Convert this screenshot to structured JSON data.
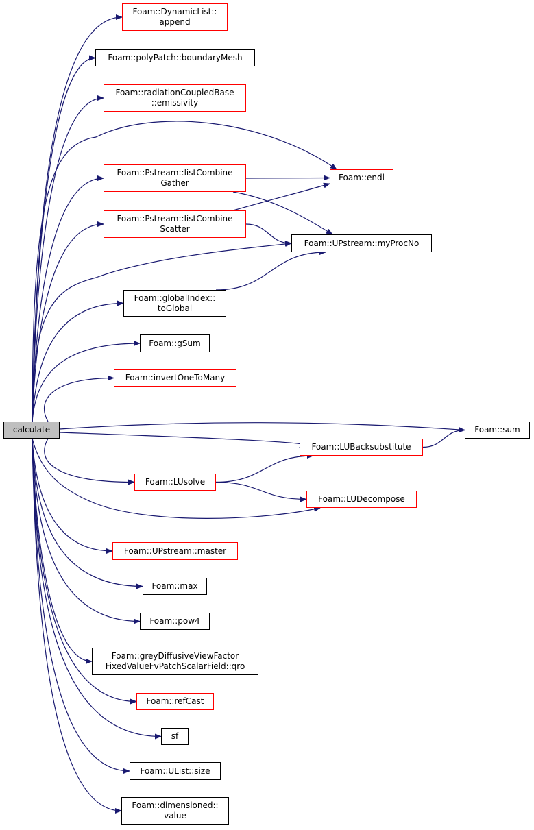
{
  "colors": {
    "edge": "#191970",
    "link_border": "#ff0000",
    "plain_border": "#000000",
    "root_fill": "#bfbfbf"
  },
  "nodes": [
    {
      "id": "calculate",
      "label": "calculate",
      "style": "root"
    },
    {
      "id": "append",
      "label": "Foam::DynamicList::\nappend",
      "style": "red"
    },
    {
      "id": "boundaryMesh",
      "label": "Foam::polyPatch::boundaryMesh",
      "style": "plain"
    },
    {
      "id": "emissivity",
      "label": "Foam::radiationCoupledBase\n::emissivity",
      "style": "red"
    },
    {
      "id": "gather",
      "label": "Foam::Pstream::listCombine\nGather",
      "style": "red"
    },
    {
      "id": "endl",
      "label": "Foam::endl",
      "style": "red"
    },
    {
      "id": "scatter",
      "label": "Foam::Pstream::listCombine\nScatter",
      "style": "red"
    },
    {
      "id": "myProcNo",
      "label": "Foam::UPstream::myProcNo",
      "style": "plain"
    },
    {
      "id": "toGlobal",
      "label": "Foam::globalIndex::\ntoGlobal",
      "style": "plain"
    },
    {
      "id": "gSum",
      "label": "Foam::gSum",
      "style": "plain"
    },
    {
      "id": "invert",
      "label": "Foam::invertOneToMany",
      "style": "red"
    },
    {
      "id": "sum",
      "label": "Foam::sum",
      "style": "plain"
    },
    {
      "id": "luback",
      "label": "Foam::LUBacksubstitute",
      "style": "red"
    },
    {
      "id": "lusolve",
      "label": "Foam::LUsolve",
      "style": "red"
    },
    {
      "id": "ludecomp",
      "label": "Foam::LUDecompose",
      "style": "red"
    },
    {
      "id": "master",
      "label": "Foam::UPstream::master",
      "style": "red"
    },
    {
      "id": "max",
      "label": "Foam::max",
      "style": "plain"
    },
    {
      "id": "pow4",
      "label": "Foam::pow4",
      "style": "plain"
    },
    {
      "id": "qro",
      "label": "Foam::greyDiffusiveViewFactor\nFixedValueFvPatchScalarField::qro",
      "style": "plain"
    },
    {
      "id": "refCast",
      "label": "Foam::refCast",
      "style": "red"
    },
    {
      "id": "sf",
      "label": "sf",
      "style": "plain"
    },
    {
      "id": "size",
      "label": "Foam::UList::size",
      "style": "plain"
    },
    {
      "id": "value",
      "label": "Foam::dimensioned::\nvalue",
      "style": "plain"
    }
  ],
  "edges": [
    [
      "calculate",
      "append"
    ],
    [
      "calculate",
      "boundaryMesh"
    ],
    [
      "calculate",
      "emissivity"
    ],
    [
      "calculate",
      "endl"
    ],
    [
      "calculate",
      "gather"
    ],
    [
      "calculate",
      "scatter"
    ],
    [
      "calculate",
      "myProcNo"
    ],
    [
      "calculate",
      "toGlobal"
    ],
    [
      "calculate",
      "gSum"
    ],
    [
      "calculate",
      "invert"
    ],
    [
      "calculate",
      "sum"
    ],
    [
      "calculate",
      "luback"
    ],
    [
      "calculate",
      "lusolve"
    ],
    [
      "calculate",
      "ludecomp"
    ],
    [
      "calculate",
      "master"
    ],
    [
      "calculate",
      "max"
    ],
    [
      "calculate",
      "pow4"
    ],
    [
      "calculate",
      "qro"
    ],
    [
      "calculate",
      "refCast"
    ],
    [
      "calculate",
      "sf"
    ],
    [
      "calculate",
      "size"
    ],
    [
      "calculate",
      "value"
    ],
    [
      "gather",
      "endl"
    ],
    [
      "gather",
      "myProcNo"
    ],
    [
      "scatter",
      "endl"
    ],
    [
      "scatter",
      "myProcNo"
    ],
    [
      "toGlobal",
      "myProcNo"
    ],
    [
      "luback",
      "sum"
    ],
    [
      "lusolve",
      "luback"
    ],
    [
      "lusolve",
      "ludecomp"
    ]
  ]
}
